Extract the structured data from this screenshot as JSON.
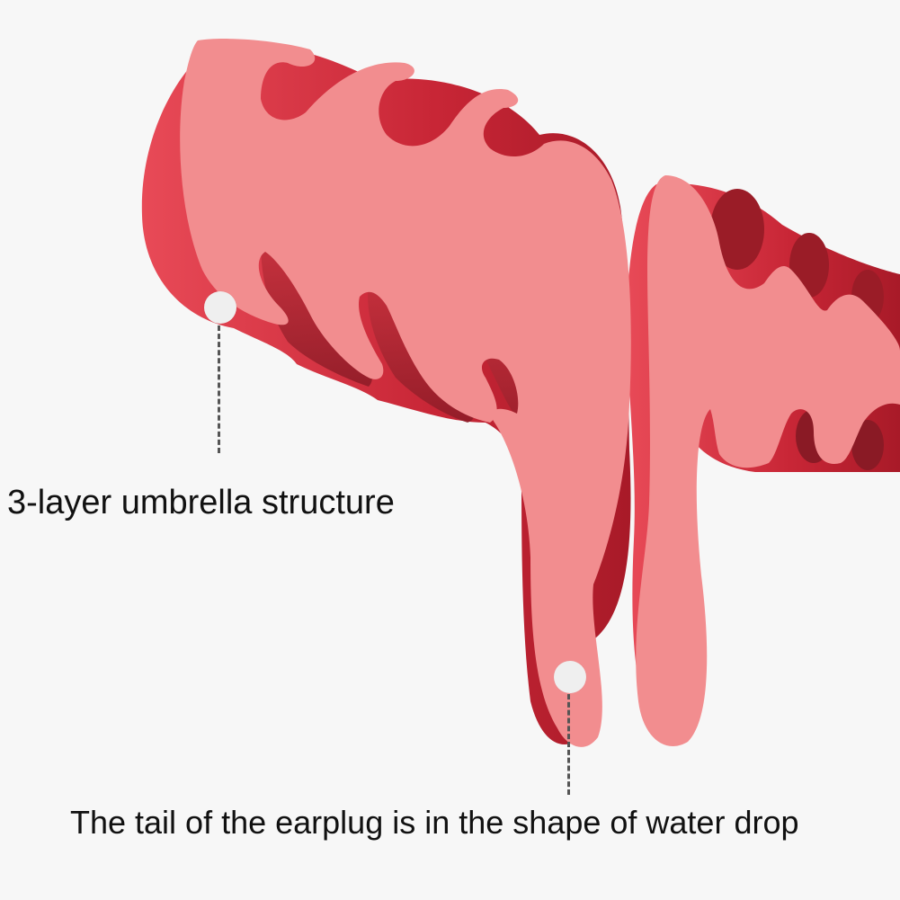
{
  "image": {
    "subject": "earplug-product-illustration",
    "background_color": "#f7f7f7",
    "colors": {
      "flange_face": "#f28d8f",
      "flange_edge": "#e0424e",
      "flange_shadow": "#b81d2c",
      "inner_dark": "#8e1d28",
      "marker_dot": "#efefef",
      "leader_line": "#555555",
      "text": "#111111"
    }
  },
  "callouts": [
    {
      "label": "3-layer umbrella structure"
    },
    {
      "label": "The tail of the earplug is in the shape of water drop"
    }
  ]
}
